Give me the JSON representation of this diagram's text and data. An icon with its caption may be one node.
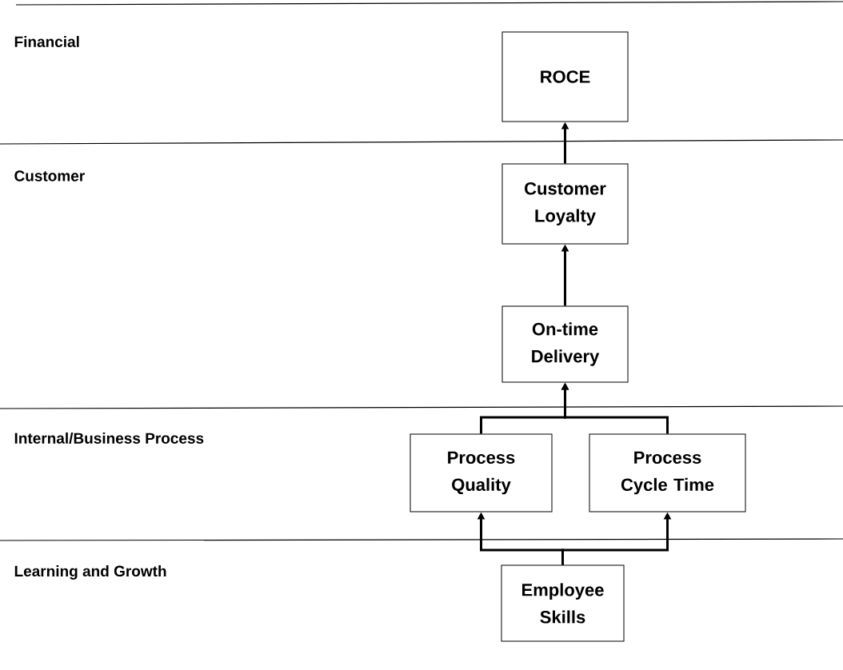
{
  "diagram": {
    "nodes": [
      {
        "text": [
          "ROCE"
        ]
      },
      {
        "text": [
          "Customer Loyalty"
        ]
      },
      {
        "text": [
          "On-time Delivery"
        ]
      },
      {
        "text": [
          "Process Quality"
        ]
      },
      {
        "text": [
          "Process Cycle Time"
        ]
      },
      {
        "text": [
          "Employee Skills"
        ]
      }
    ],
    "edges": [
      {
        "from": 1,
        "to": 0,
        "arrow": "to"
      },
      {
        "from": 2,
        "to": 1,
        "arrow": "to"
      },
      {
        "from": 3,
        "to": 2,
        "arrow": "to"
      },
      {
        "from": 4,
        "to": 2,
        "arrow": "to"
      },
      {
        "from": 5,
        "to": 3,
        "arrow": "to"
      },
      {
        "from": 5,
        "to": 4,
        "arrow": "to"
      }
    ],
    "labels": [
      "Financial",
      "Customer",
      "Internal/Business Process",
      "Learning and Growth"
    ]
  }
}
